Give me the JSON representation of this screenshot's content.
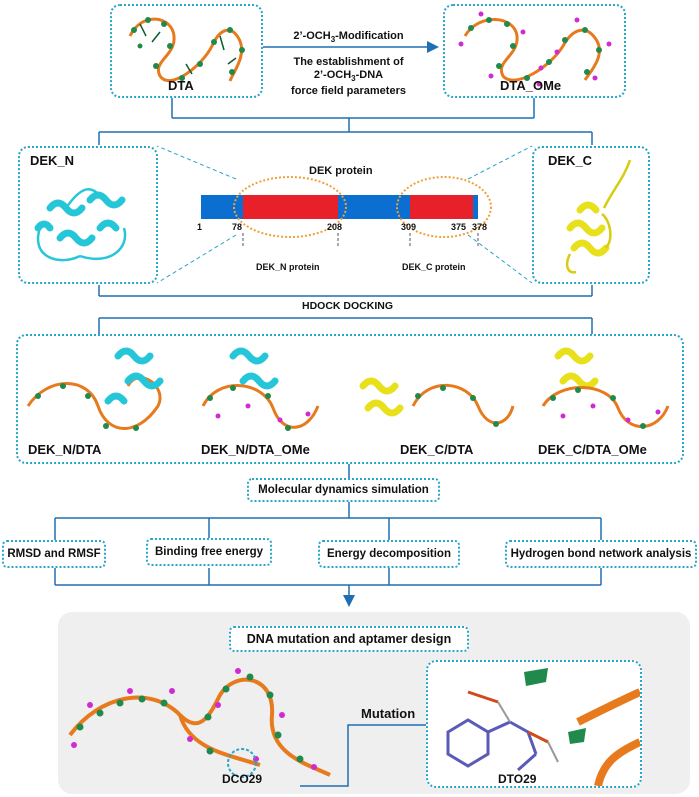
{
  "top": {
    "dta_label": "DTA",
    "dta_ome_label": "DTA_OMe",
    "modification_prefix": "2’-OCH",
    "modification_sub": "3",
    "modification_suffix": "-Modification",
    "forcefield_line1": "The establishment of",
    "forcefield_line2_prefix": "2’-OCH",
    "forcefield_line2_sub": "3",
    "forcefield_line2_suffix": "-DNA",
    "forcefield_line3": "force field parameters"
  },
  "protein": {
    "dek_n_title": "DEK_N",
    "dek_c_title": "DEK_C",
    "bar_title": "DEK protein",
    "positions": [
      "1",
      "78",
      "208",
      "309",
      "375",
      "378"
    ],
    "dek_n_protein_label": "DEK_N protein",
    "dek_c_protein_label": "DEK_C protein"
  },
  "docking": {
    "title": "HDOCK DOCKING",
    "complexes": [
      "DEK_N/DTA",
      "DEK_N/DTA_OMe",
      "DEK_C/DTA",
      "DEK_C/DTA_OMe"
    ]
  },
  "md": {
    "title": "Molecular dynamics simulation",
    "analyses": [
      "RMSD and RMSF",
      "Binding free energy",
      "Energy decomposition",
      "Hydrogen bond network analysis"
    ]
  },
  "design": {
    "title": "DNA mutation and  aptamer design",
    "mutation_label": "Mutation",
    "dco_label": "DCO29",
    "dto_label": "DTO29"
  },
  "colors": {
    "accent_dotted": "#2aa5c8",
    "connector": "#1f6fb3",
    "domain_blue": "#0a6fd0",
    "domain_red": "#e8202a",
    "oval_orange": "#f0a03a",
    "dna_orange": "#e87a1e",
    "protein_cyan": "#25c6d8",
    "protein_yellow": "#e8e01a",
    "base_green": "#1f8a4c",
    "ome_magenta": "#d12ad0"
  }
}
